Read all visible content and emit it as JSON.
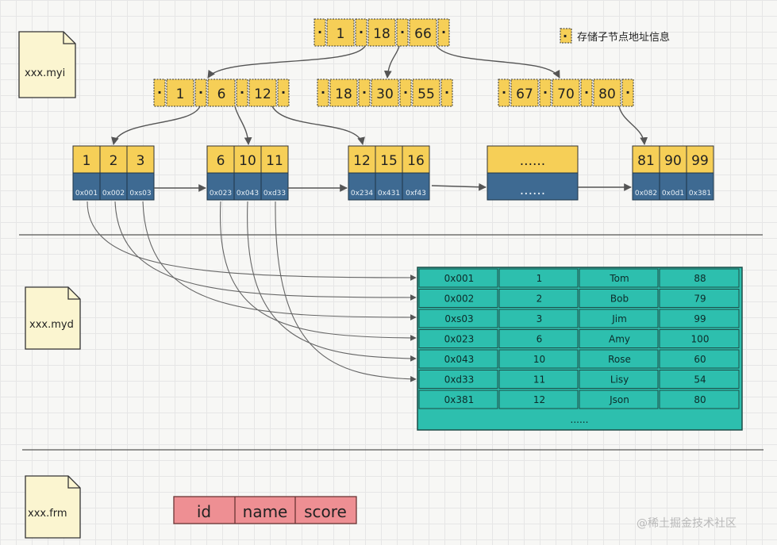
{
  "files": {
    "myi": "xxx.myi",
    "myd": "xxx.myd",
    "frm": "xxx.frm"
  },
  "legend": {
    "marker": "·",
    "text": "存储子节点地址信息"
  },
  "tree": {
    "root_keys": [
      "1",
      "18",
      "66"
    ],
    "level2": [
      [
        "1",
        "6",
        "12"
      ],
      [
        "18",
        "30",
        "55"
      ],
      [
        "67",
        "70",
        "80"
      ]
    ],
    "leaves": [
      {
        "keys": [
          "1",
          "2",
          "3"
        ],
        "addrs": [
          "0x001",
          "0x002",
          "0xs03"
        ]
      },
      {
        "keys": [
          "6",
          "10",
          "11"
        ],
        "addrs": [
          "0x023",
          "0x043",
          "0xd33"
        ]
      },
      {
        "keys": [
          "12",
          "15",
          "16"
        ],
        "addrs": [
          "0x234",
          "0x431",
          "0xf43"
        ]
      },
      {
        "keys": [
          "......"
        ],
        "addrs": [
          "......"
        ]
      },
      {
        "keys": [
          "81",
          "90",
          "99"
        ],
        "addrs": [
          "0x082",
          "0x0d1",
          "0x381"
        ]
      }
    ]
  },
  "data_table": {
    "rows": [
      [
        "0x001",
        "1",
        "Tom",
        "88"
      ],
      [
        "0x002",
        "2",
        "Bob",
        "79"
      ],
      [
        "0xs03",
        "3",
        "Jim",
        "99"
      ],
      [
        "0x023",
        "6",
        "Amy",
        "100"
      ],
      [
        "0x043",
        "10",
        "Rose",
        "60"
      ],
      [
        "0xd33",
        "11",
        "Lisy",
        "54"
      ],
      [
        "0x381",
        "12",
        "Json",
        "80"
      ]
    ],
    "ellipsis": "......"
  },
  "frm_columns": [
    "id",
    "name",
    "score"
  ],
  "watermark": "@稀土掘金技术社区",
  "colors": {
    "yellow": "#f6cf57",
    "blue": "#3e6a92",
    "teal": "#2dbfae",
    "pink": "#ee8f93"
  }
}
